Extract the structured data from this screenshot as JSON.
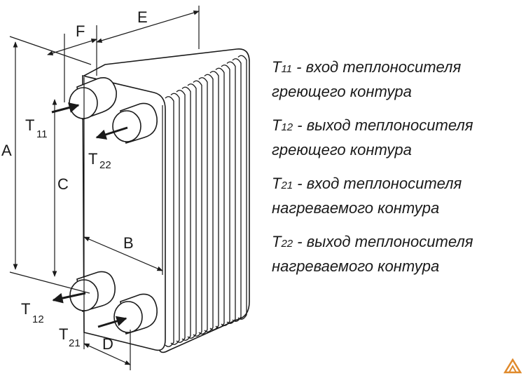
{
  "dimensions": {
    "A": "A",
    "B": "B",
    "C": "C",
    "D": "D",
    "E": "E",
    "F": "F"
  },
  "ports": [
    {
      "id": "t11",
      "main": "T",
      "sub": "11"
    },
    {
      "id": "t22",
      "main": "T",
      "sub": "22"
    },
    {
      "id": "t12",
      "main": "T",
      "sub": "12"
    },
    {
      "id": "t21",
      "main": "T",
      "sub": "21"
    }
  ],
  "legend": [
    {
      "main": "T",
      "sub": "11",
      "line1": " - вход теплоносителя",
      "line2": "греющего контура"
    },
    {
      "main": "T",
      "sub": "12",
      "line1": " - выход теплоносителя",
      "line2": "греющего контура"
    },
    {
      "main": "T",
      "sub": "21",
      "line1": " - вход теплоносителя",
      "line2": "нагреваемого контура"
    },
    {
      "main": "T",
      "sub": "22",
      "line1": " - выход теплоносителя",
      "line2": "нагреваемого контура"
    }
  ],
  "colors": {
    "stroke": "#1a1a1a",
    "body": "#ffffff",
    "logo": "#e08a2c"
  },
  "icons": {
    "logo": "logo-icon"
  }
}
